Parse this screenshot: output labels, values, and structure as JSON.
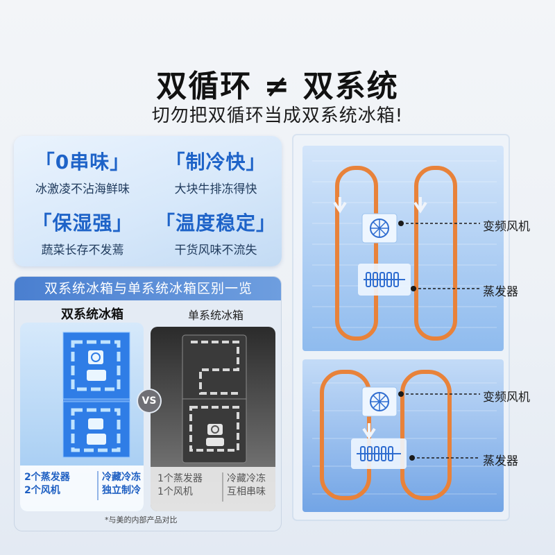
{
  "title": "双循环 ≠ 双系统",
  "subtitle": "切勿把双循环当成双系统冰箱!",
  "features": [
    {
      "heading": "「0串味」",
      "desc": "冰激凌不沾海鲜味"
    },
    {
      "heading": "「制冷快」",
      "desc": "大块牛排冻得快"
    },
    {
      "heading": "「保湿强」",
      "desc": "蔬菜长存不发蔫"
    },
    {
      "heading": "「温度稳定」",
      "desc": "干货风味不流失"
    }
  ],
  "comparison": {
    "header": "双系统冰箱与单系统冰箱区别一览",
    "dual": {
      "title": "双系统冰箱",
      "spec_left": [
        "2个蒸发器",
        "2个风机"
      ],
      "spec_right": [
        "冷藏冷冻",
        "独立制冷"
      ]
    },
    "vs_label": "VS",
    "single": {
      "title": "单系统冰箱",
      "spec_left": [
        "1个蒸发器",
        "1个风机"
      ],
      "spec_right": [
        "冷藏冷冻",
        "互相串味"
      ]
    },
    "footnote": "*与美的内部产品对比"
  },
  "diagram_labels": {
    "upper_fan": "变频风机",
    "upper_evaporator": "蒸发器",
    "lower_fan": "变频风机",
    "lower_evaporator": "蒸发器"
  },
  "colors": {
    "accent_blue": "#1e63c8",
    "airflow_orange": "#e8823a",
    "header_blue": "#4a7fd0"
  }
}
